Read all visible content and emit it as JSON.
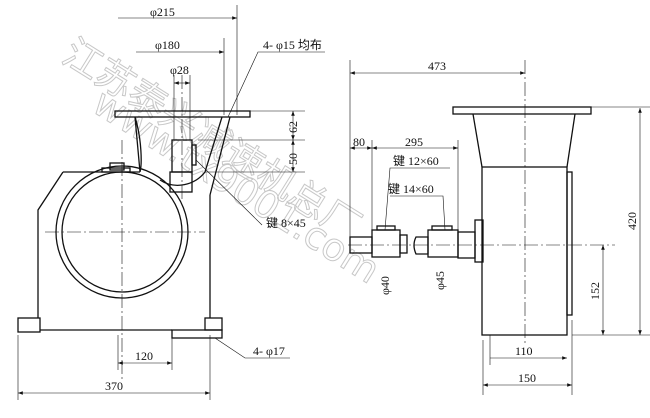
{
  "watermark": {
    "line1": "江苏泰兴减速机总厂",
    "line2": "www.tx9001.com"
  },
  "left_view": {
    "dim_flange_outer": "φ215",
    "dim_bolt_circle": "φ180",
    "dim_shaft": "φ28",
    "holes_note": "4- φ15 均布",
    "dim_62": "62",
    "dim_50": "50",
    "key_note": "键 8×45",
    "dim_120": "120",
    "base_holes_note": "4- φ17",
    "dim_370": "370"
  },
  "right_view": {
    "dim_473": "473",
    "dim_80": "80",
    "dim_295": "295",
    "key_note_1": "键 12×60",
    "key_note_2": "键 14×60",
    "dim_shaft_1": "φ40",
    "dim_shaft_2": "φ45",
    "dim_420": "420",
    "dim_152": "152",
    "dim_110": "110",
    "dim_150": "150"
  }
}
